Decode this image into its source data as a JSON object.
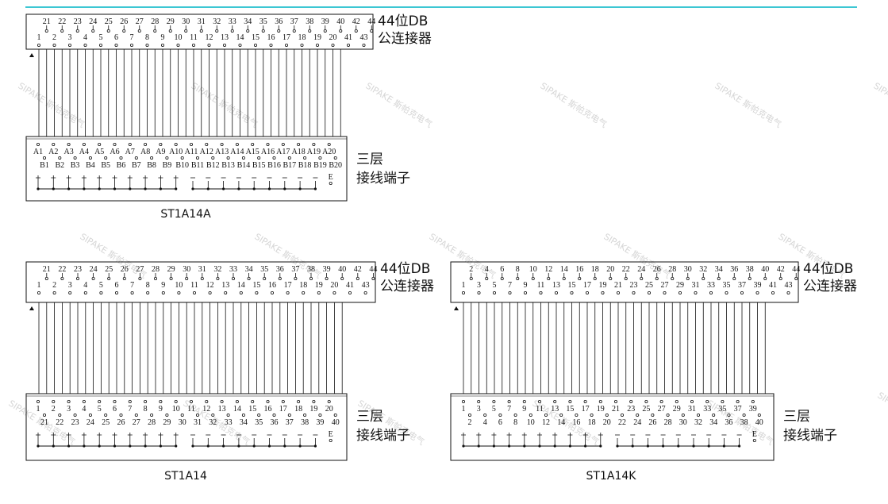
{
  "header_rule_color": "#3cc7d3",
  "watermark": "SIPAKE 斯帕克电气",
  "diagrams": [
    {
      "model": "ST1A14A",
      "connector_label": [
        "44位DB",
        "公连接器"
      ],
      "terminal_label": [
        "三层",
        "接线端子"
      ],
      "connector_top_pins": [
        "21",
        "22",
        "23",
        "24",
        "25",
        "26",
        "27",
        "28",
        "29",
        "30",
        "31",
        "32",
        "33",
        "34",
        "35",
        "36",
        "37",
        "38",
        "39",
        "40",
        "42",
        "44"
      ],
      "connector_bottom_pins": [
        "1",
        "2",
        "3",
        "4",
        "5",
        "6",
        "7",
        "8",
        "9",
        "10",
        "11",
        "12",
        "13",
        "14",
        "15",
        "16",
        "17",
        "18",
        "19",
        "20",
        "41",
        "43"
      ],
      "terminal_top_labels": [
        "A1",
        "A2",
        "A3",
        "A4",
        "A5",
        "A6",
        "A7",
        "A8",
        "A9",
        "A10",
        "A11",
        "A12",
        "A13",
        "A14",
        "A15",
        "A16",
        "A17",
        "A18",
        "A19",
        "A20"
      ],
      "terminal_bottom_labels": [
        "B1",
        "B2",
        "B3",
        "B4",
        "B5",
        "B6",
        "B7",
        "B8",
        "B9",
        "B10",
        "B11",
        "B12",
        "B13",
        "B14",
        "B15",
        "B16",
        "B17",
        "B18",
        "B19",
        "B20"
      ],
      "ground_label": "E"
    },
    {
      "model": "ST1A14",
      "connector_label": [
        "44位DB",
        "公连接器"
      ],
      "terminal_label": [
        "三层",
        "接线端子"
      ],
      "connector_top_pins": [
        "21",
        "22",
        "23",
        "24",
        "25",
        "26",
        "27",
        "28",
        "29",
        "30",
        "31",
        "32",
        "33",
        "34",
        "35",
        "36",
        "37",
        "38",
        "39",
        "40",
        "42",
        "44"
      ],
      "connector_bottom_pins": [
        "1",
        "2",
        "3",
        "4",
        "5",
        "6",
        "7",
        "8",
        "9",
        "10",
        "11",
        "12",
        "13",
        "14",
        "15",
        "16",
        "17",
        "18",
        "19",
        "20",
        "41",
        "43"
      ],
      "terminal_top_labels": [
        "1",
        "2",
        "3",
        "4",
        "5",
        "6",
        "7",
        "8",
        "9",
        "10",
        "11",
        "12",
        "13",
        "14",
        "15",
        "16",
        "17",
        "18",
        "19",
        "20"
      ],
      "terminal_bottom_labels": [
        "21",
        "22",
        "23",
        "24",
        "25",
        "26",
        "27",
        "28",
        "29",
        "30",
        "31",
        "32",
        "33",
        "34",
        "35",
        "36",
        "37",
        "38",
        "39",
        "40"
      ],
      "ground_label": "E"
    },
    {
      "model": "ST1A14K",
      "connector_label": [
        "44位DB",
        "公连接器"
      ],
      "terminal_label": [
        "三层",
        "接线端子"
      ],
      "connector_top_pins": [
        "2",
        "4",
        "6",
        "8",
        "10",
        "12",
        "14",
        "16",
        "18",
        "20",
        "22",
        "24",
        "26",
        "28",
        "30",
        "32",
        "34",
        "36",
        "38",
        "40",
        "42",
        "44"
      ],
      "connector_bottom_pins": [
        "1",
        "3",
        "5",
        "7",
        "9",
        "11",
        "13",
        "15",
        "17",
        "19",
        "21",
        "23",
        "25",
        "27",
        "29",
        "31",
        "33",
        "35",
        "37",
        "39",
        "41",
        "43"
      ],
      "terminal_top_labels": [
        "1",
        "3",
        "5",
        "7",
        "9",
        "11",
        "13",
        "15",
        "17",
        "19",
        "21",
        "23",
        "25",
        "27",
        "29",
        "31",
        "33",
        "35",
        "37",
        "39"
      ],
      "terminal_bottom_labels": [
        "2",
        "4",
        "6",
        "8",
        "10",
        "12",
        "14",
        "16",
        "18",
        "20",
        "22",
        "24",
        "26",
        "28",
        "30",
        "32",
        "34",
        "36",
        "38",
        "40"
      ],
      "ground_label": "E"
    }
  ]
}
